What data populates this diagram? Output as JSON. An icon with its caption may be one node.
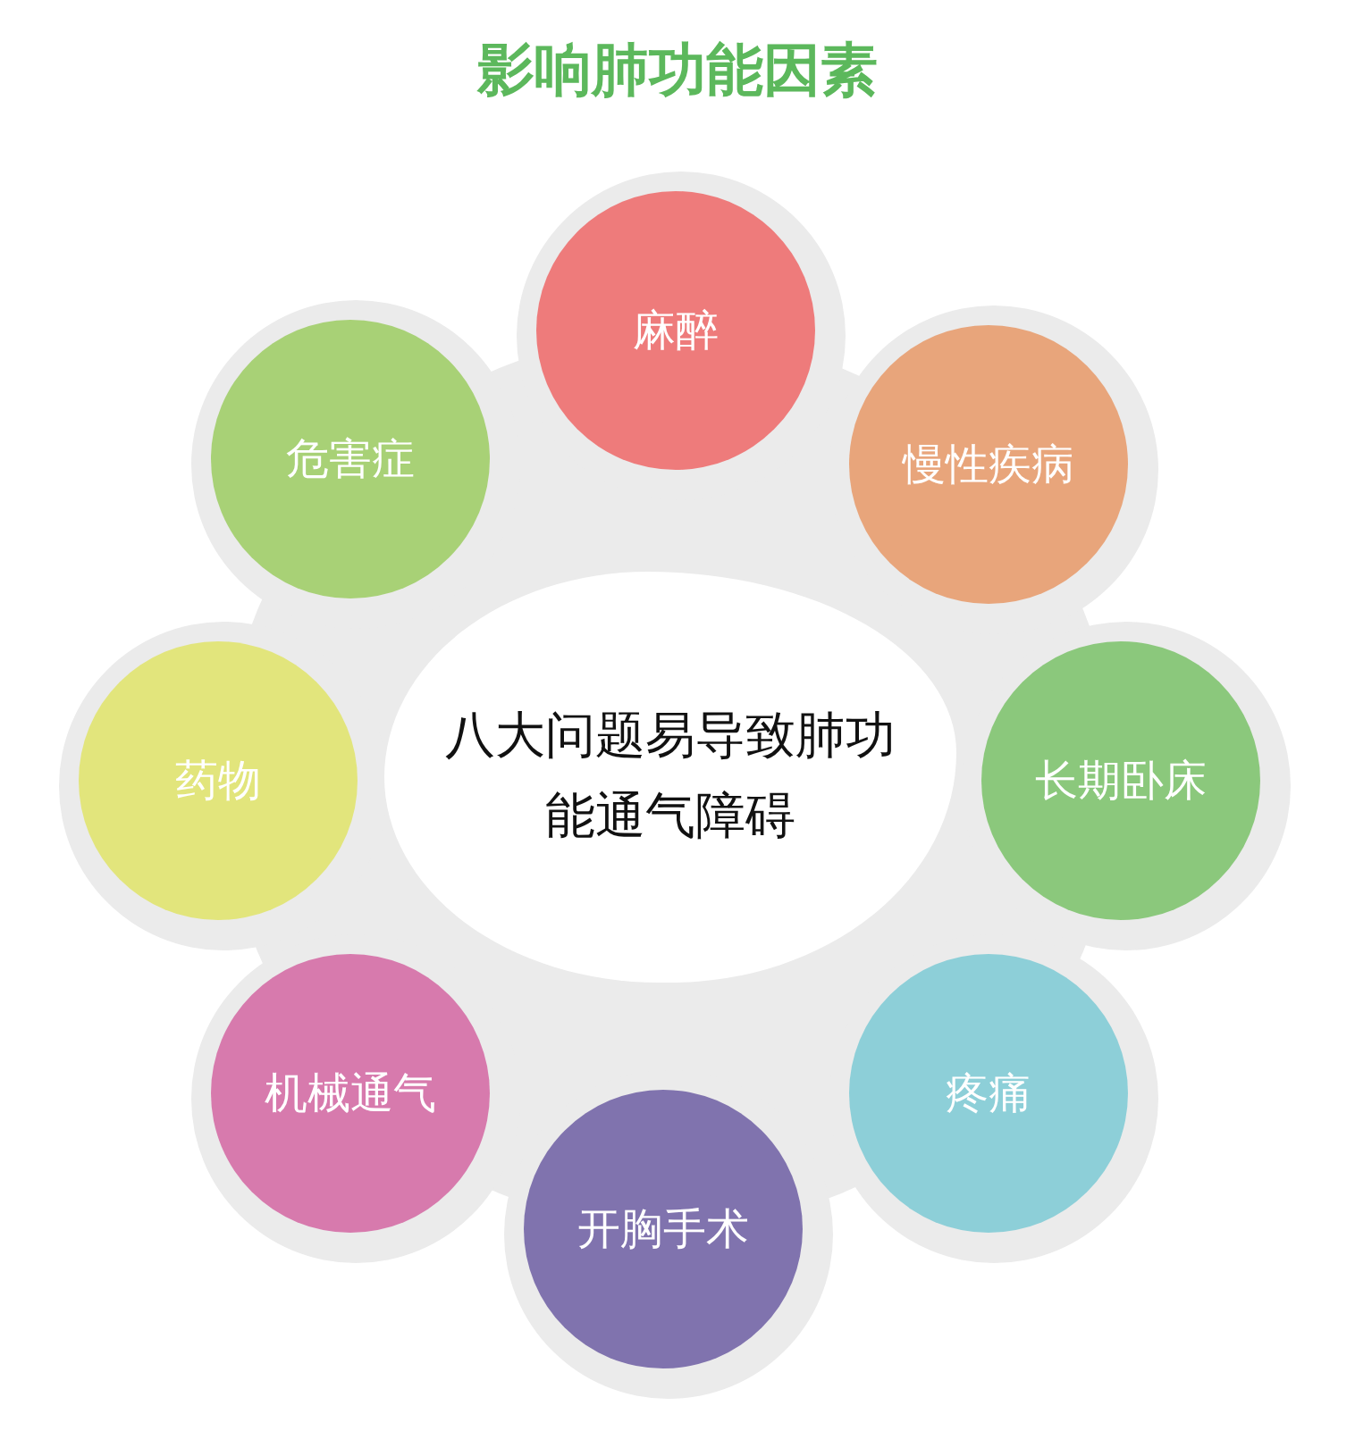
{
  "diagram": {
    "title": "影响肺功能因素",
    "nodes": [
      {
        "text": [
          "八大问题易导致肺功能通气障碍"
        ]
      },
      {
        "text": [
          "麻醉"
        ]
      },
      {
        "text": [
          "慢性疾病"
        ]
      },
      {
        "text": [
          "长期卧床"
        ]
      },
      {
        "text": [
          "疼痛"
        ]
      },
      {
        "text": [
          "开胸手术"
        ]
      },
      {
        "text": [
          "机械通气"
        ]
      },
      {
        "text": [
          "药物"
        ]
      },
      {
        "text": [
          "危害症"
        ]
      }
    ]
  }
}
